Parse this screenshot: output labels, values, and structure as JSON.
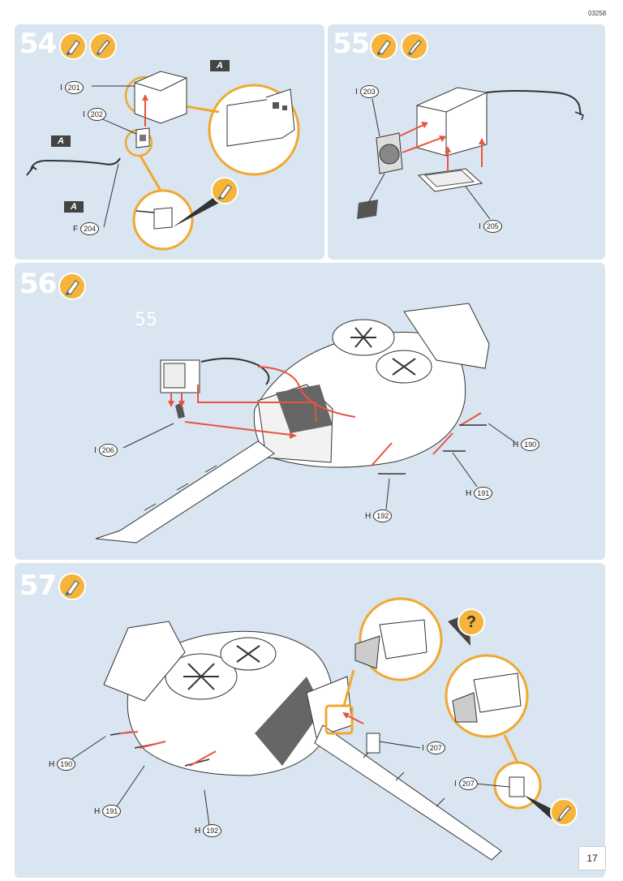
{
  "catalog_number": "03258",
  "page_number": "17",
  "steps": {
    "s54": {
      "number": "54",
      "parts": [
        {
          "prefix": "I",
          "num": "201"
        },
        {
          "prefix": "I",
          "num": "202"
        },
        {
          "prefix": "F",
          "num": "204"
        }
      ],
      "flags": [
        "A",
        "A",
        "A"
      ]
    },
    "s55": {
      "number": "55",
      "parts": [
        {
          "prefix": "I",
          "num": "203"
        },
        {
          "prefix": "I",
          "num": "205"
        }
      ]
    },
    "s56": {
      "number": "56",
      "subassembly_label": "55",
      "parts": [
        {
          "prefix": "I",
          "num": "206"
        },
        {
          "prefix": "H",
          "num": "190"
        },
        {
          "prefix": "H",
          "num": "191"
        },
        {
          "prefix": "H",
          "num": "192"
        }
      ]
    },
    "s57": {
      "number": "57",
      "parts": [
        {
          "prefix": "H",
          "num": "190"
        },
        {
          "prefix": "H",
          "num": "191"
        },
        {
          "prefix": "H",
          "num": "192"
        },
        {
          "prefix": "I",
          "num": "207"
        },
        {
          "prefix": "I",
          "num": "207"
        }
      ]
    }
  },
  "colors": {
    "panel": "#d9e5f1",
    "badge": "#f5b43a",
    "arrow": "#e8543f",
    "callout": "#f0a830"
  },
  "icons": [
    "glue-icon",
    "paint-brush-icon",
    "question-icon"
  ]
}
